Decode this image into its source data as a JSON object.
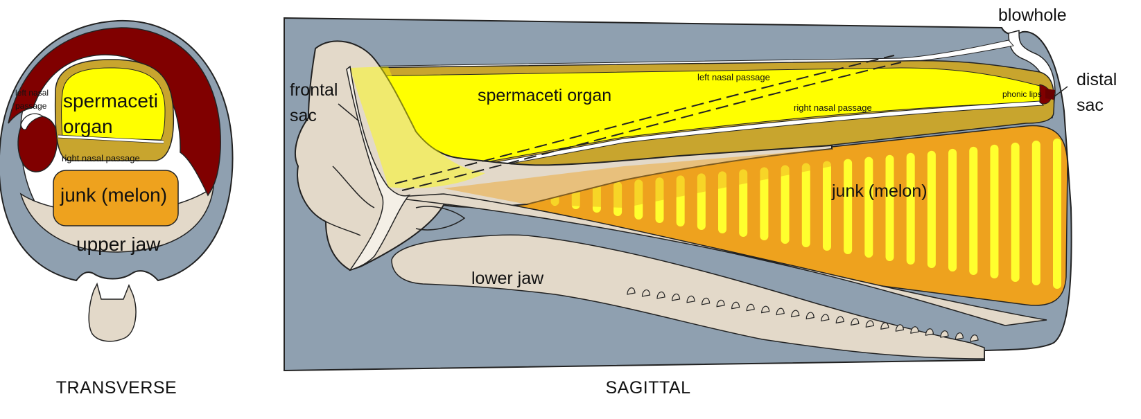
{
  "colors": {
    "body": "#8fa0b0",
    "bone": "#e3d9c9",
    "muscle": "#800000",
    "spermaceti": "#ffff00",
    "sheath": "#c8a52e",
    "junk": "#eea21e",
    "junk_stripe": "#ffff2e",
    "outline": "#222222"
  },
  "transverse": {
    "caption": "TRANSVERSE",
    "labels": {
      "left_nasal_passage_line1": "left nasal",
      "left_nasal_passage_line2": "passage",
      "spermaceti_line1": "spermaceti",
      "spermaceti_line2": "organ",
      "right_nasal_passage": "right nasal passage",
      "junk": "junk (melon)",
      "upper_jaw": "upper jaw"
    }
  },
  "sagittal": {
    "caption": "SAGITTAL",
    "labels": {
      "blowhole": "blowhole",
      "distal_sac_line1": "distal",
      "distal_sac_line2": "sac",
      "phonic_lips": "phonic lips",
      "frontal_sac_line1": "frontal",
      "frontal_sac_line2": "sac",
      "spermaceti": "spermaceti organ",
      "left_nasal_passage": "left nasal passage",
      "right_nasal_passage": "right nasal passage",
      "junk": "junk (melon)",
      "lower_jaw": "lower jaw"
    }
  }
}
